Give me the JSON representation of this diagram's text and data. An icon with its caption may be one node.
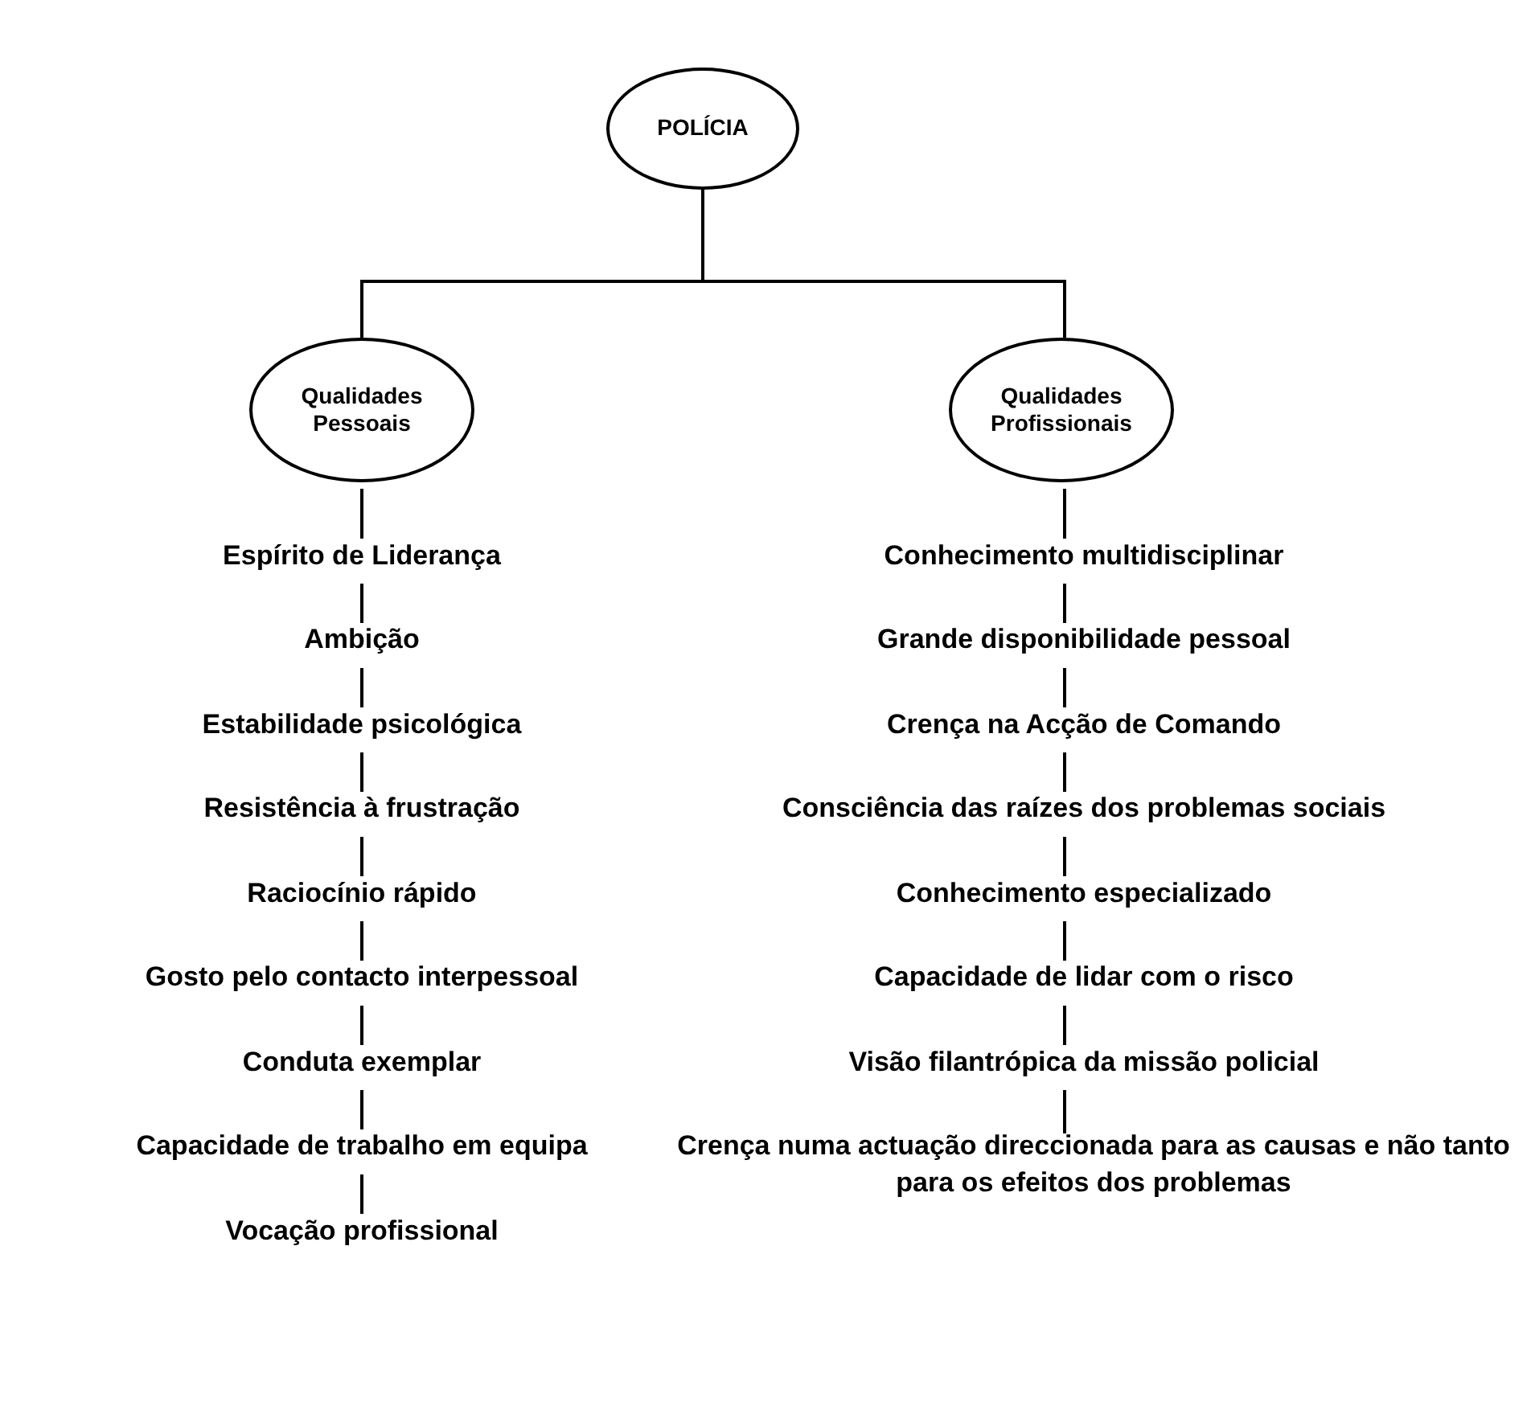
{
  "diagram": {
    "nodes": [
      {
        "text": [
          "POLÍCIA"
        ]
      },
      {
        "text": [
          "Qualidades Pessoais"
        ]
      },
      {
        "text": [
          "Qualidades Profissionais"
        ]
      },
      {
        "text": [
          "Espírito de Liderança"
        ]
      },
      {
        "text": [
          "Ambição"
        ]
      },
      {
        "text": [
          "Estabilidade psicológica"
        ]
      },
      {
        "text": [
          "Resistência à frustração"
        ]
      },
      {
        "text": [
          "Raciocínio rápido"
        ]
      },
      {
        "text": [
          "Gosto pelo contacto interpessoal"
        ]
      },
      {
        "text": [
          "Conduta exemplar"
        ]
      },
      {
        "text": [
          "Capacidade de trabalho em equipa"
        ]
      },
      {
        "text": [
          "Vocação profissional"
        ]
      },
      {
        "text": [
          "Conhecimento multidisciplinar"
        ]
      },
      {
        "text": [
          "Grande disponibilidade pessoal"
        ]
      },
      {
        "text": [
          "Crença na Acção de Comando"
        ]
      },
      {
        "text": [
          "Consciência das raízes dos problemas sociais"
        ]
      },
      {
        "text": [
          "Conhecimento especializado"
        ]
      },
      {
        "text": [
          "Capacidade de lidar com o risco"
        ]
      },
      {
        "text": [
          "Visão filantrópica da missão policial"
        ]
      },
      {
        "text": [
          "Crença numa actuação direccionada para as causas e não tanto para os efeitos dos problemas"
        ]
      }
    ],
    "edges": [
      {
        "from": 0,
        "to": 1,
        "arrow": "none"
      },
      {
        "from": 0,
        "to": 2,
        "arrow": "none"
      },
      {
        "from": 1,
        "to": 3,
        "arrow": "none"
      },
      {
        "from": 3,
        "to": 4,
        "arrow": "none"
      },
      {
        "from": 4,
        "to": 5,
        "arrow": "none"
      },
      {
        "from": 5,
        "to": 6,
        "arrow": "none"
      },
      {
        "from": 6,
        "to": 7,
        "arrow": "none"
      },
      {
        "from": 7,
        "to": 8,
        "arrow": "none"
      },
      {
        "from": 8,
        "to": 9,
        "arrow": "none"
      },
      {
        "from": 9,
        "to": 10,
        "arrow": "none"
      },
      {
        "from": 10,
        "to": 11,
        "arrow": "none"
      },
      {
        "from": 2,
        "to": 12,
        "arrow": "none"
      },
      {
        "from": 12,
        "to": 13,
        "arrow": "none"
      },
      {
        "from": 13,
        "to": 14,
        "arrow": "none"
      },
      {
        "from": 14,
        "to": 15,
        "arrow": "none"
      },
      {
        "from": 15,
        "to": 16,
        "arrow": "none"
      },
      {
        "from": 16,
        "to": 17,
        "arrow": "none"
      },
      {
        "from": 17,
        "to": 18,
        "arrow": "none"
      },
      {
        "from": 18,
        "to": 19,
        "arrow": "none"
      }
    ]
  }
}
